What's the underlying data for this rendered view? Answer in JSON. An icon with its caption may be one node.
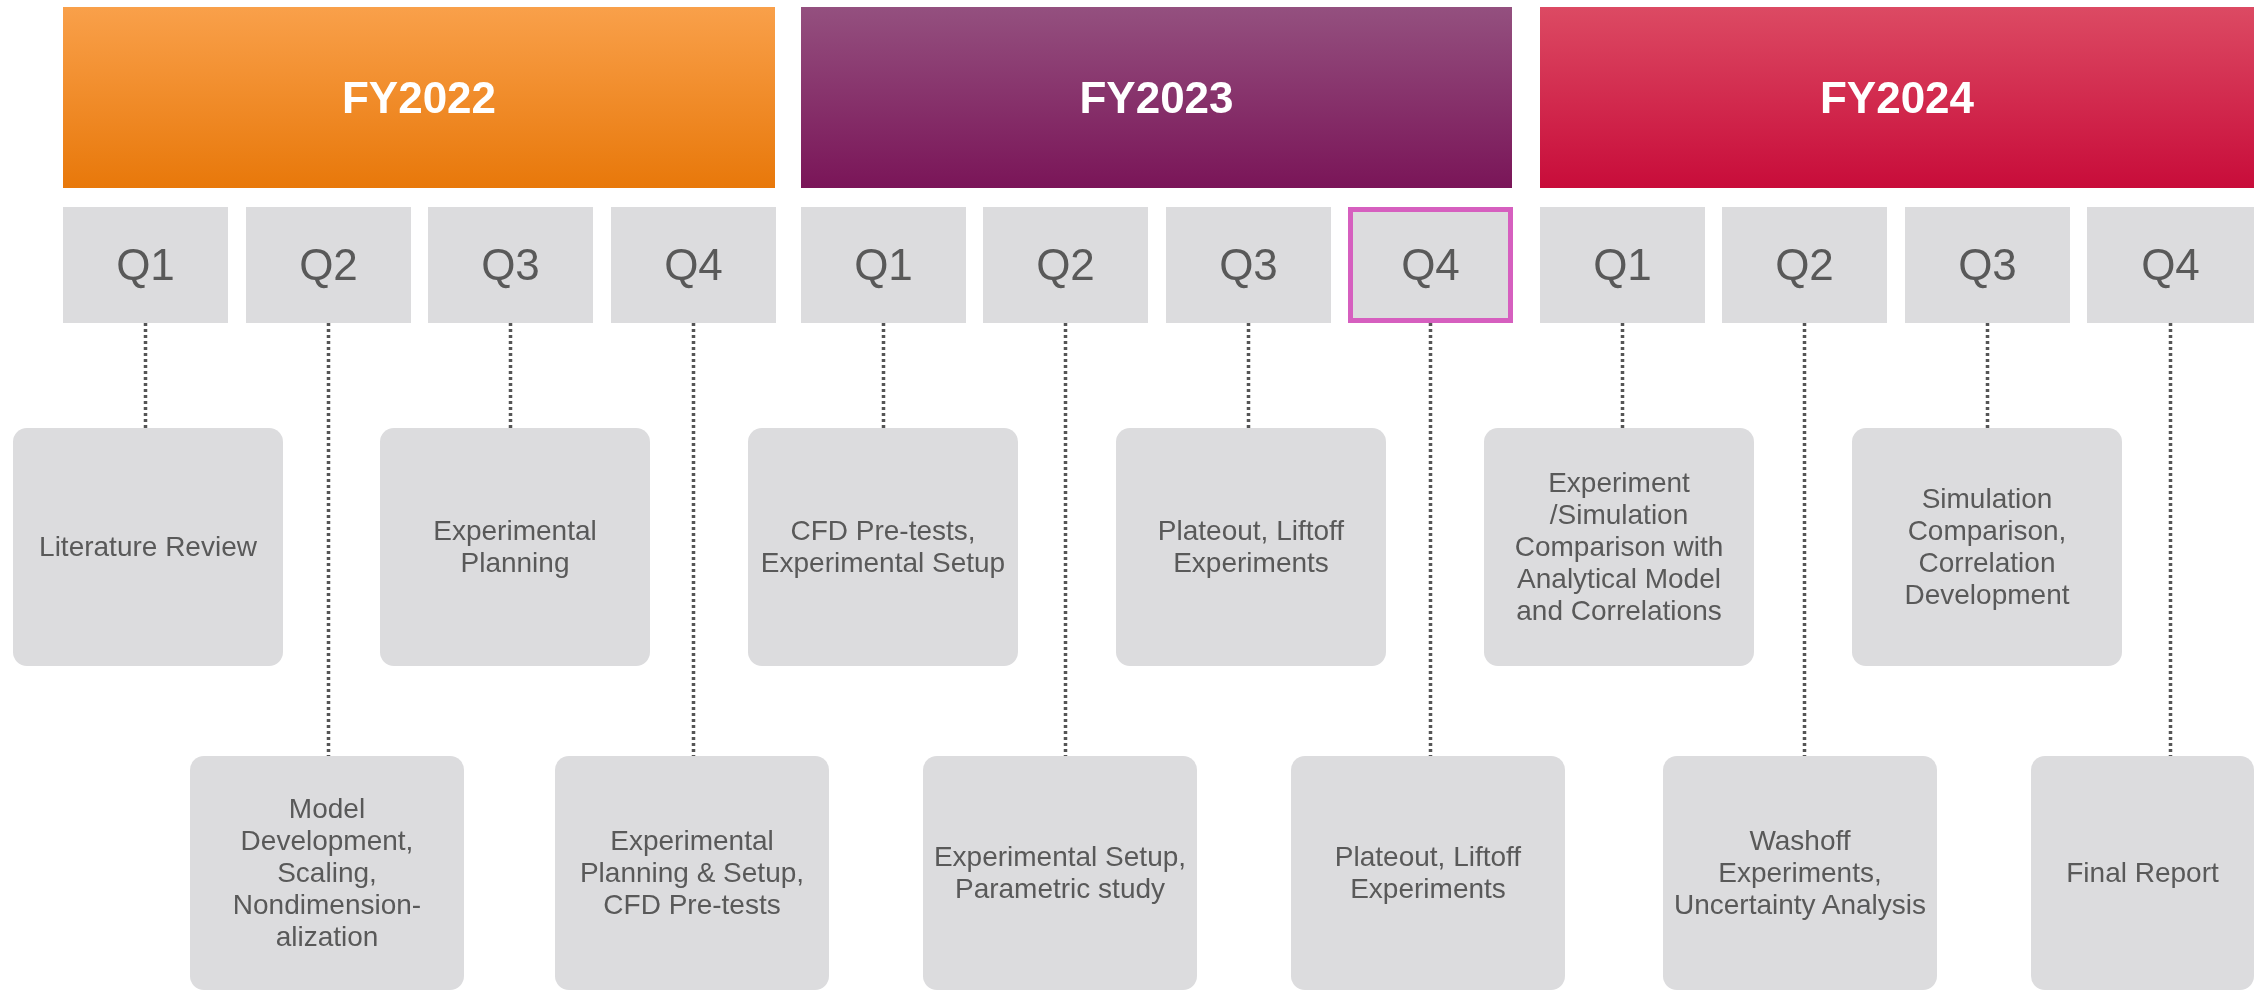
{
  "diagram": {
    "nodes": [
      {
        "text": [
          "FY2022"
        ]
      },
      {
        "text": [
          "FY2023"
        ]
      },
      {
        "text": [
          "FY2024"
        ]
      },
      {
        "text": [
          "Q1"
        ]
      },
      {
        "text": [
          "Q2"
        ]
      },
      {
        "text": [
          "Q3"
        ]
      },
      {
        "text": [
          "Q4"
        ]
      },
      {
        "text": [
          "Q1"
        ]
      },
      {
        "text": [
          "Q2"
        ]
      },
      {
        "text": [
          "Q3"
        ]
      },
      {
        "text": [
          "Q4"
        ]
      },
      {
        "text": [
          "Q1"
        ]
      },
      {
        "text": [
          "Q2"
        ]
      },
      {
        "text": [
          "Q3"
        ]
      },
      {
        "text": [
          "Q4"
        ]
      },
      {
        "text": [
          "Literature Review"
        ]
      },
      {
        "text": [
          "Experimental Planning"
        ]
      },
      {
        "text": [
          "CFD Pre-tests, Experimental Setup"
        ]
      },
      {
        "text": [
          "Plateout, Liftoff Experiments"
        ]
      },
      {
        "text": [
          "Experiment /Simulation Comparison with Analytical Model and Correlations"
        ]
      },
      {
        "text": [
          "Simulation Comparison, Correlation Development"
        ]
      },
      {
        "text": [
          "Model Development, Scaling, Nondimension-alization"
        ]
      },
      {
        "text": [
          "Experimental Planning & Setup, CFD Pre-tests"
        ]
      },
      {
        "text": [
          "Experimental Setup, Parametric study"
        ]
      },
      {
        "text": [
          "Plateout, Liftoff Experiments"
        ]
      },
      {
        "text": [
          "Washoff Experiments, Uncertainty Analysis"
        ]
      },
      {
        "text": [
          "Final Report"
        ]
      }
    ],
    "edges": [
      {
        "from": 3,
        "to": 15,
        "arrow": "none"
      },
      {
        "from": 4,
        "to": 21,
        "arrow": "none"
      },
      {
        "from": 5,
        "to": 16,
        "arrow": "none"
      },
      {
        "from": 6,
        "to": 22,
        "arrow": "none"
      },
      {
        "from": 7,
        "to": 17,
        "arrow": "none"
      },
      {
        "from": 8,
        "to": 23,
        "arrow": "none"
      },
      {
        "from": 9,
        "to": 18,
        "arrow": "none"
      },
      {
        "from": 10,
        "to": 24,
        "arrow": "none"
      },
      {
        "from": 11,
        "to": 19,
        "arrow": "none"
      },
      {
        "from": 12,
        "to": 25,
        "arrow": "none"
      },
      {
        "from": 13,
        "to": 20,
        "arrow": "none"
      },
      {
        "from": 14,
        "to": 26,
        "arrow": "none"
      }
    ]
  }
}
